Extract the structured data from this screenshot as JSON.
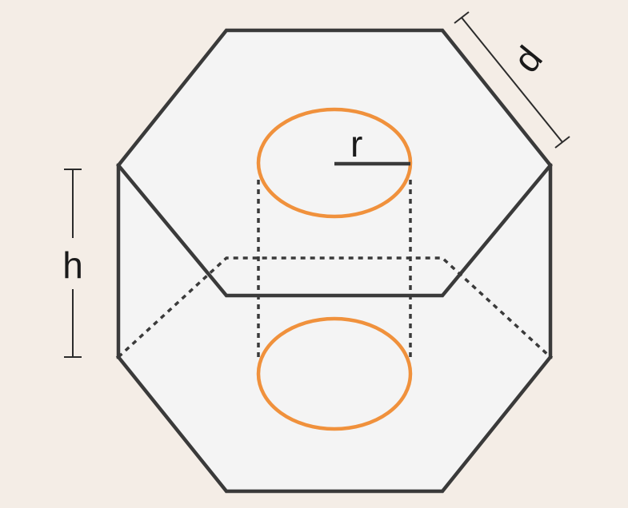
{
  "diagram": {
    "labels": {
      "radius": "r",
      "height": "h",
      "side": "d"
    },
    "colors": {
      "background": "#f4ede6",
      "face_fill": "#f4f4f4",
      "edge": "#3a3a3a",
      "hole": "#f0913c"
    }
  }
}
